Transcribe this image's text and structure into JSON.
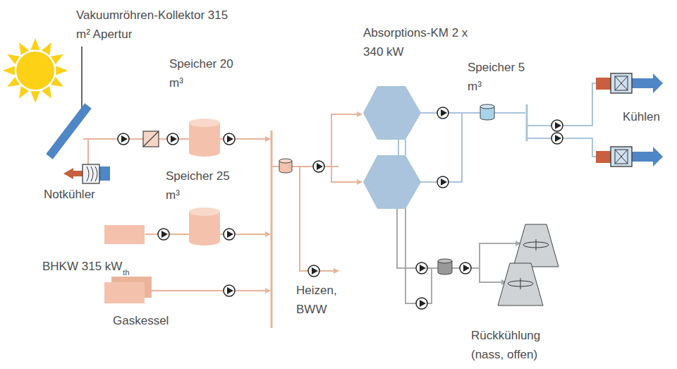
{
  "diagram": {
    "labels": [
      "Vakuumröhren-Kollektor 315 m² Apertur",
      "Speicher 20 m³",
      "Absorptions-KM 2 x 340 kW",
      "Speicher 5 m³",
      "Kühlen",
      "Notkühler",
      "Speicher 25 m³",
      "BHKW 315 kW",
      "th",
      "Heizen, BWW",
      "Gaskessel",
      "Rückkühlung (nass, offen)"
    ]
  }
}
